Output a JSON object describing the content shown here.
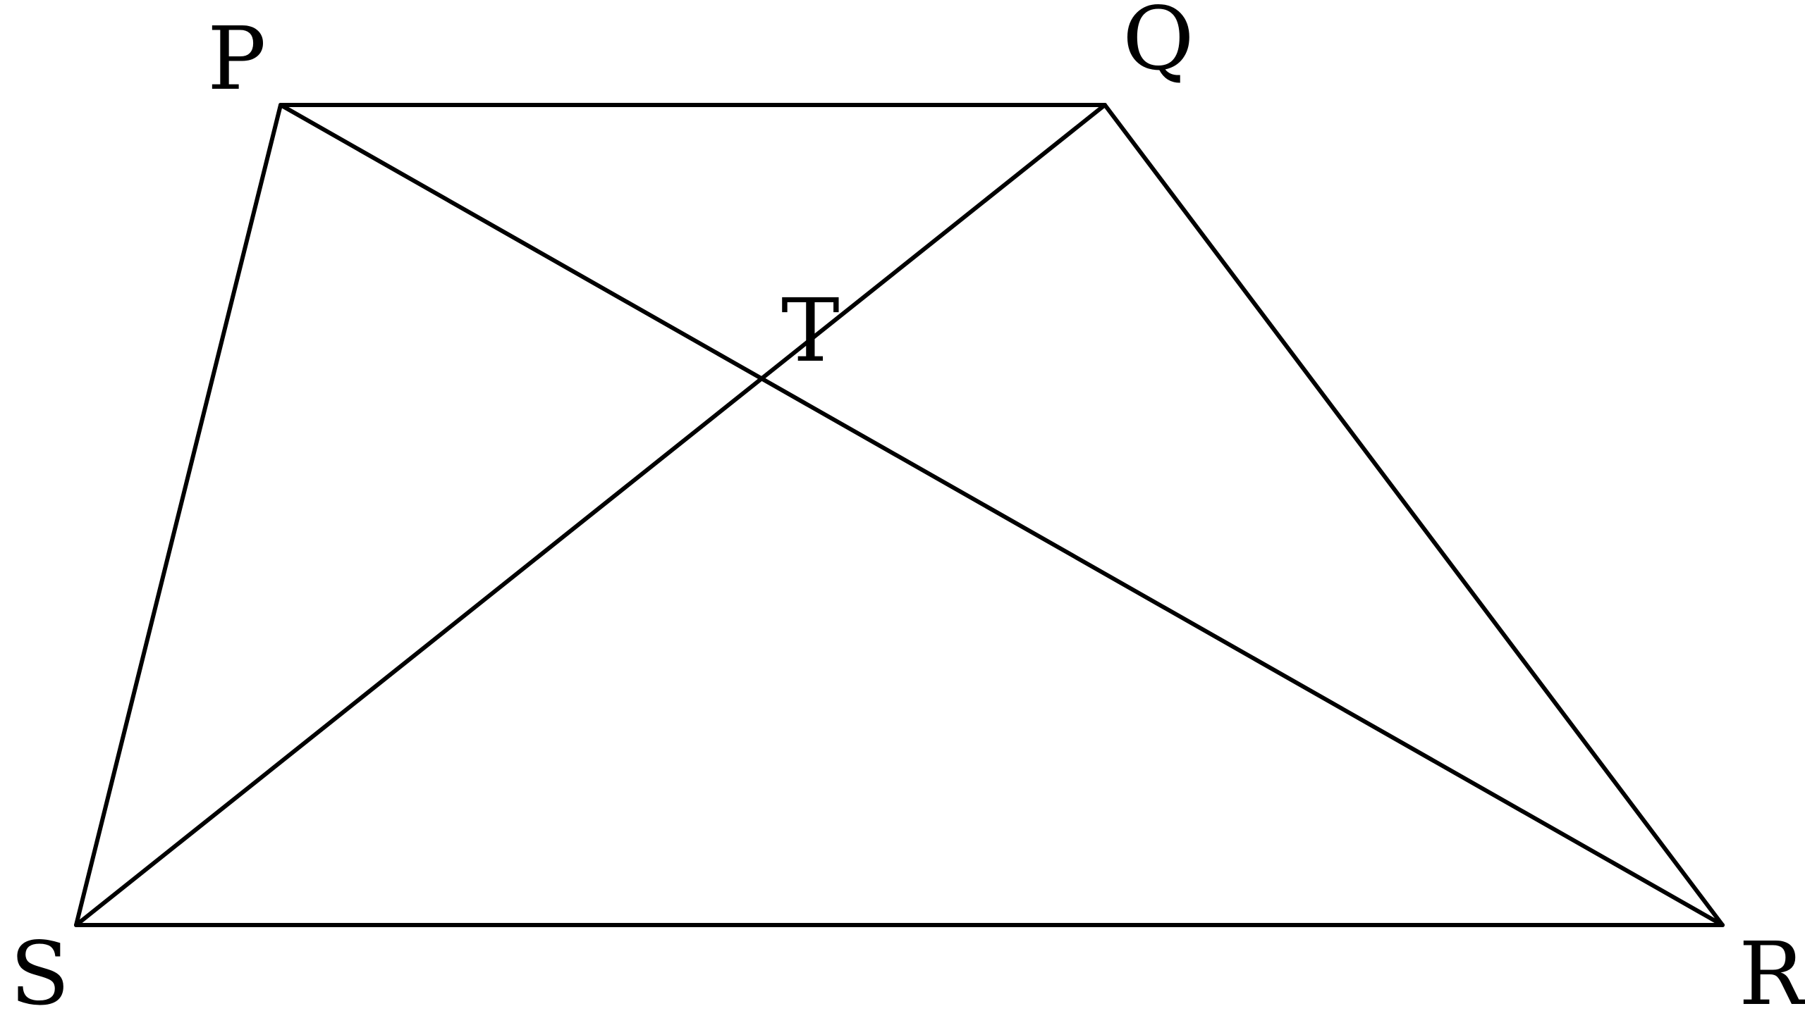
{
  "diagram": {
    "labels": {
      "P": "P",
      "Q": "Q",
      "R": "R",
      "S": "S",
      "T": "T"
    },
    "segments": [
      "PQ",
      "QR",
      "RS",
      "SP",
      "PR",
      "QS"
    ],
    "line_color": "#000000",
    "background_color": "#ffffff"
  }
}
